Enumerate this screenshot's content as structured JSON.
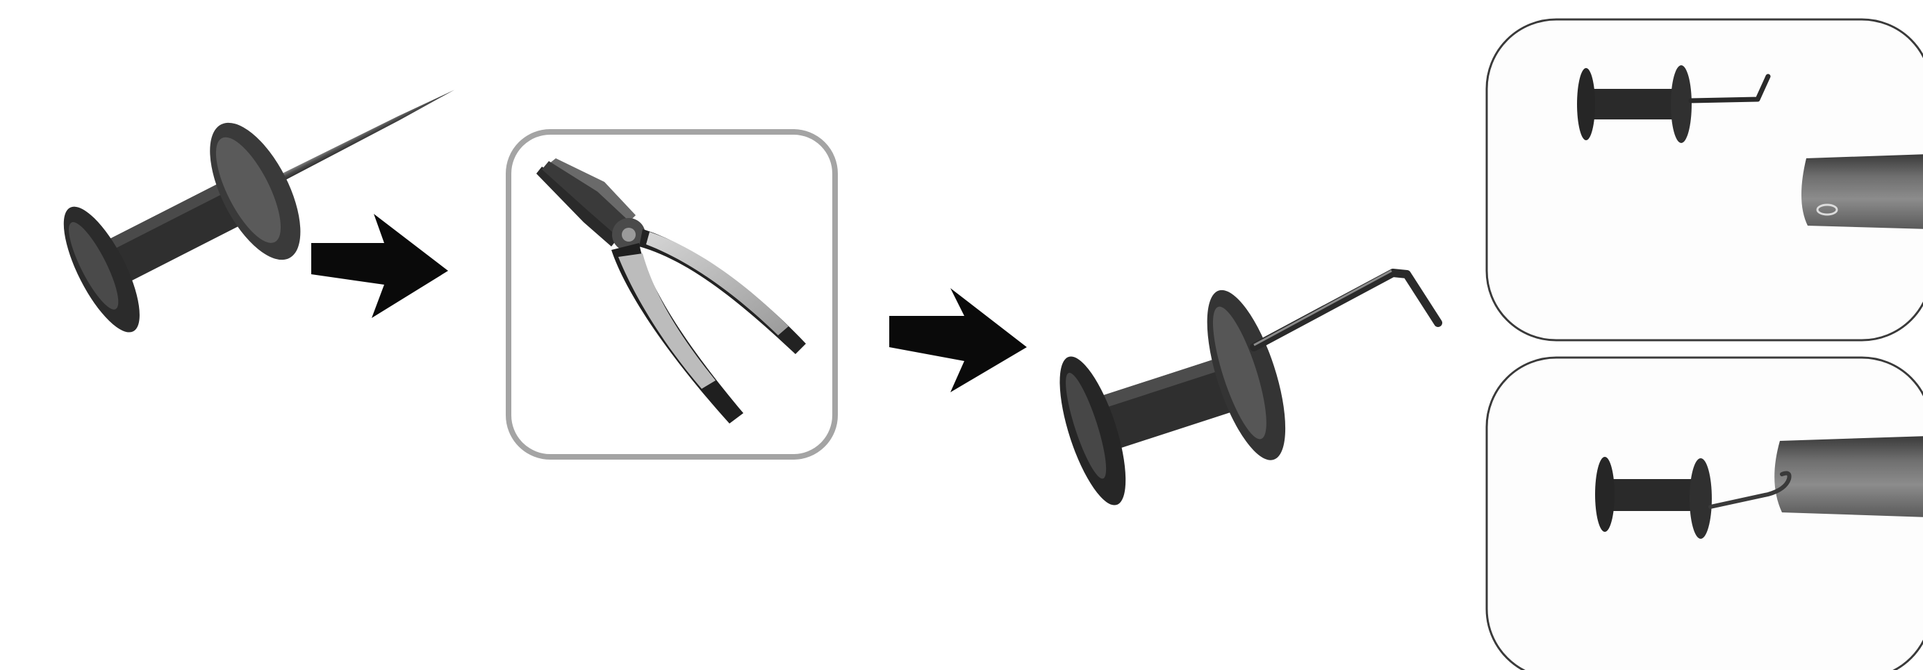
{
  "diagram": {
    "steps": [
      {
        "name": "push-pin",
        "icon": "push-pin-icon"
      },
      {
        "name": "pliers",
        "icon": "pliers-icon"
      },
      {
        "name": "bent-push-pin",
        "icon": "hooked-push-pin-icon"
      },
      {
        "name": "hook-usage",
        "icon": "hook-attach-icon"
      }
    ],
    "connectors": [
      "arrow-right-icon",
      "arrow-right-icon"
    ],
    "colors": {
      "background": "#ffffff",
      "pin_body": "#2b2b2b",
      "pin_needle": "#555555",
      "pliers_frame": "#a4a4a4",
      "pliers_handle_light": "#bcbcbc",
      "pliers_handle_dark": "#222222",
      "arrow": "#0a0a0a",
      "panel_border": "#3a3a3a",
      "bar_wood": "#6f6f6f"
    }
  }
}
